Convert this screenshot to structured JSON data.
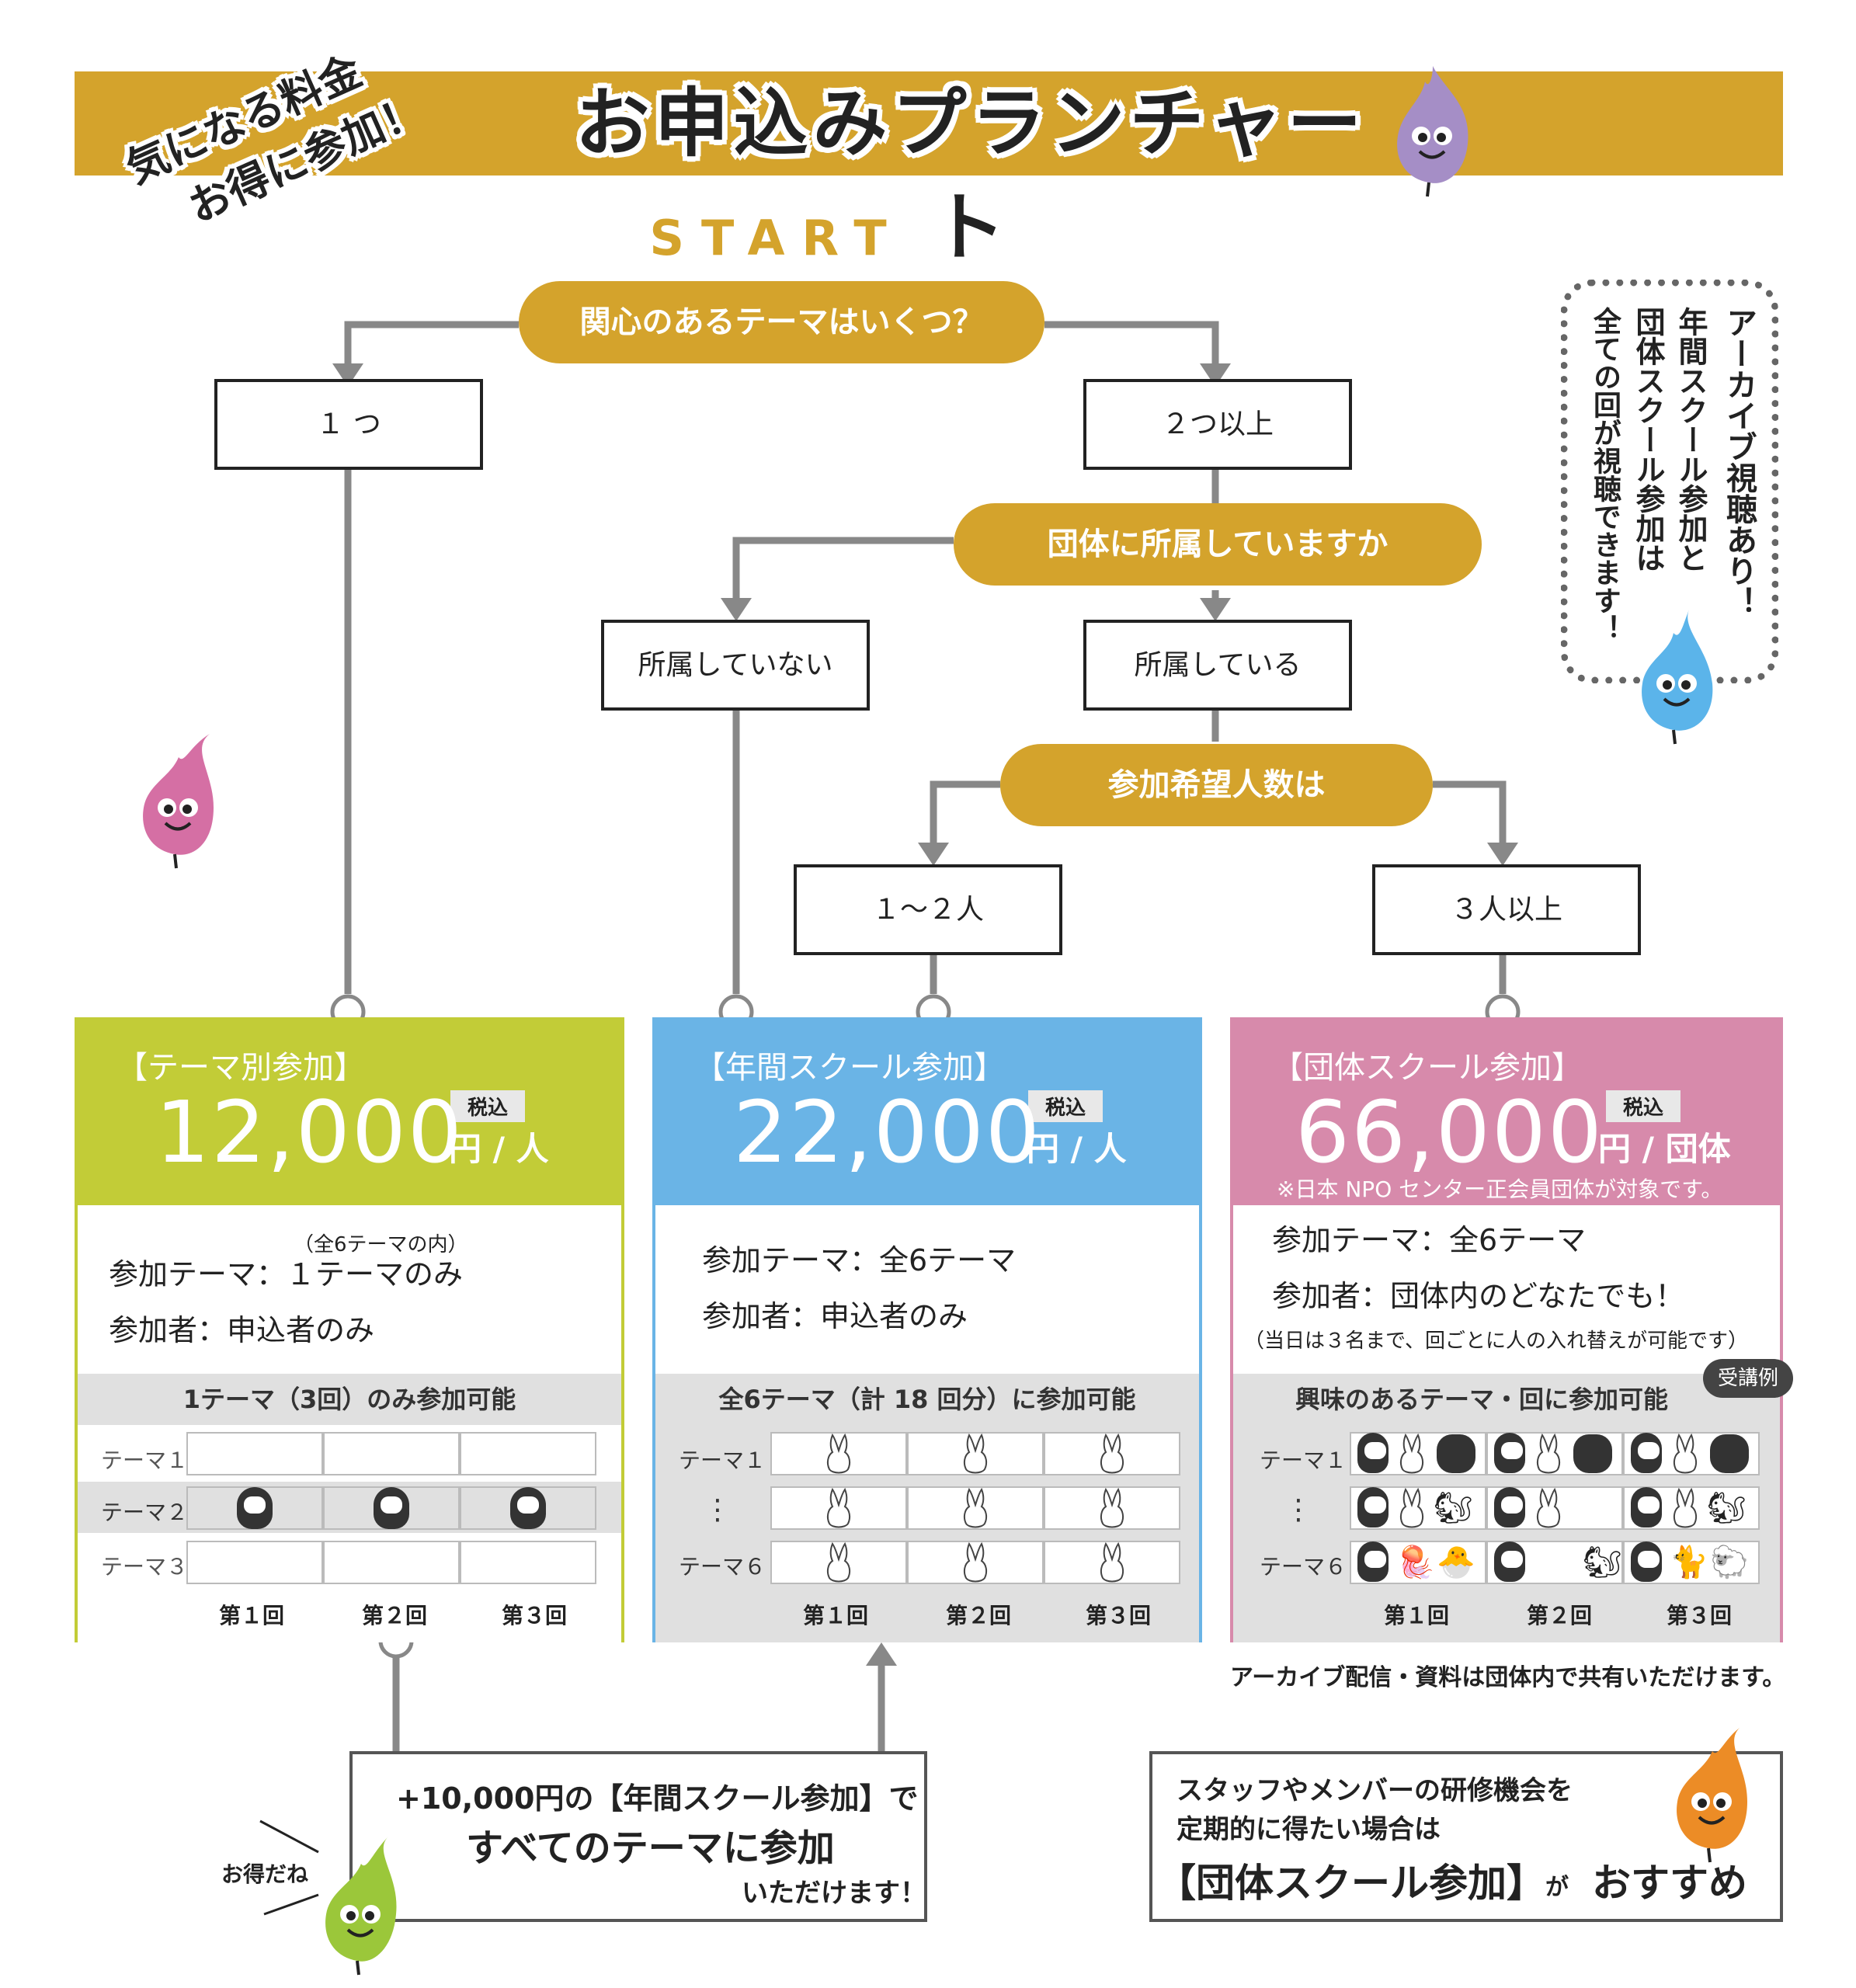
{
  "header": {
    "title": "お申込みプランチャート",
    "tag_line1": "気になる料金",
    "tag_line2": "お得に参加！",
    "banner_color": "#d4a32c"
  },
  "start_label": "START",
  "questions": {
    "q1": "関心のあるテーマはいくつ？",
    "q2": "団体に所属していますか",
    "q3": "参加希望人数は"
  },
  "answers": {
    "one": "１ つ",
    "two_plus": "２つ以上",
    "not_member": "所属していない",
    "member": "所属している",
    "one_two": "１～２人",
    "three_plus": "３人以上"
  },
  "archive_note": {
    "line1": "アーカイブ視聴あり！",
    "line2": "年間スクール参加と",
    "line3": "団体スクール参加は",
    "line4": "全ての回が視聴できます！"
  },
  "plans": [
    {
      "name": "【テーマ別参加】",
      "price": "12,000",
      "unit": "円 / 人",
      "tax": "税込",
      "color": "#c2cc37",
      "theme_note": "（全6テーマの内）",
      "theme": "参加テーマ：１テーマのみ",
      "participants": "参加者：申込者のみ",
      "availability": "1テーマ（3回）のみ参加可能",
      "rows": [
        "テーマ１",
        "テーマ２",
        "テーマ３"
      ],
      "cols": [
        "第１回",
        "第２回",
        "第３回"
      ]
    },
    {
      "name": "【年間スクール参加】",
      "price": "22,000",
      "unit": "円 / 人",
      "tax": "税込",
      "color": "#6ab4e6",
      "theme": "参加テーマ：全6テーマ",
      "participants": "参加者：申込者のみ",
      "availability": "全6テーマ（計 18 回分）に参加可能",
      "rows": [
        "テーマ１",
        "⋮",
        "テーマ６"
      ],
      "cols": [
        "第１回",
        "第２回",
        "第３回"
      ]
    },
    {
      "name": "【団体スクール参加】",
      "price": "66,000",
      "unit": "円 / 団体",
      "tax": "税込",
      "color": "#d78aab",
      "eligibility": "※日本 NPO センター正会員団体が対象です。",
      "theme": "参加テーマ：全6テーマ",
      "participants": "参加者：団体内のどなたでも！",
      "participants_note": "（当日は３名まで、回ごとに人の入れ替えが可能です）",
      "availability": "興味のあるテーマ・回に参加可能",
      "example_badge": "受講例",
      "rows": [
        "テーマ１",
        "⋮",
        "テーマ６"
      ],
      "cols": [
        "第１回",
        "第２回",
        "第３回"
      ]
    }
  ],
  "group_footer": "アーカイブ配信・資料は団体内で共有いただけます。",
  "upgrade": {
    "line1": "+10,000円の【年間スクール参加】で",
    "line2": "すべてのテーマに参加",
    "line3": "いただけます！",
    "bubble": "お得だね"
  },
  "recommend": {
    "line1": "スタッフやメンバーの研修機会を",
    "line2": "定期的に得たい場合は",
    "plan": "【団体スクール参加】",
    "ga": "が",
    "osusume": "おすすめ"
  }
}
